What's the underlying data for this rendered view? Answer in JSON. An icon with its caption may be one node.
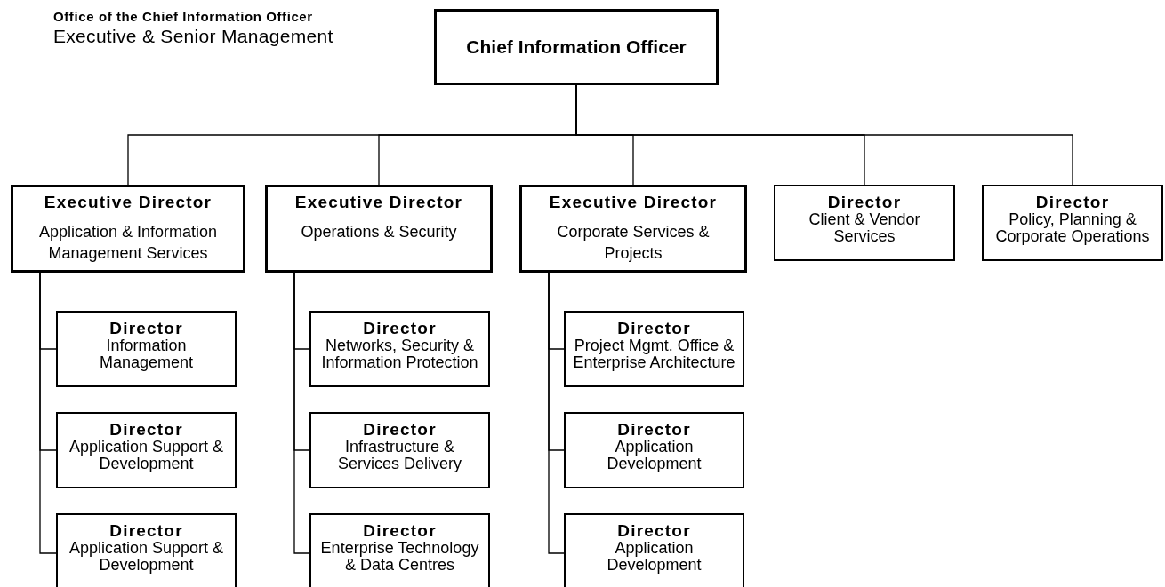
{
  "diagram": {
    "title": "Office of the Chief Information Officer",
    "labels": [
      "Executive & Senior Management"
    ],
    "nodes": [
      {
        "text": [
          "Chief Information Officer"
        ]
      },
      {
        "text": [
          "Executive Director",
          "Application & Information Management Services"
        ]
      },
      {
        "text": [
          "Executive Director",
          "Operations & Security"
        ]
      },
      {
        "text": [
          "Executive Director",
          "Corporate Services & Projects"
        ]
      },
      {
        "text": [
          "Director",
          "Client & Vendor Services"
        ]
      },
      {
        "text": [
          "Director",
          "Policy, Planning & Corporate Operations"
        ]
      },
      {
        "text": [
          "Director",
          "Information Management"
        ]
      },
      {
        "text": [
          "Director",
          "Application Support & Development"
        ]
      },
      {
        "text": [
          "Director",
          "Application Support & Development"
        ]
      },
      {
        "text": [
          "Director",
          "Networks, Security & Information Protection"
        ]
      },
      {
        "text": [
          "Director",
          "Infrastructure & Services Delivery"
        ]
      },
      {
        "text": [
          "Director",
          "Enterprise Technology & Data Centres"
        ]
      },
      {
        "text": [
          "Director",
          "Project Mgmt. Office & Enterprise Architecture"
        ]
      },
      {
        "text": [
          "Director",
          "Application Development"
        ]
      },
      {
        "text": [
          "Director",
          "Application Development"
        ]
      }
    ],
    "edges": [
      {
        "from": 0,
        "to": 1,
        "arrow": "none"
      },
      {
        "from": 0,
        "to": 2,
        "arrow": "none"
      },
      {
        "from": 0,
        "to": 3,
        "arrow": "none"
      },
      {
        "from": 0,
        "to": 4,
        "arrow": "none"
      },
      {
        "from": 0,
        "to": 5,
        "arrow": "none"
      },
      {
        "from": 1,
        "to": 6,
        "arrow": "none"
      },
      {
        "from": 1,
        "to": 7,
        "arrow": "none"
      },
      {
        "from": 1,
        "to": 8,
        "arrow": "none"
      },
      {
        "from": 2,
        "to": 9,
        "arrow": "none"
      },
      {
        "from": 2,
        "to": 10,
        "arrow": "none"
      },
      {
        "from": 2,
        "to": 11,
        "arrow": "none"
      },
      {
        "from": 3,
        "to": 12,
        "arrow": "none"
      },
      {
        "from": 3,
        "to": 13,
        "arrow": "none"
      },
      {
        "from": 3,
        "to": 14,
        "arrow": "none"
      }
    ]
  }
}
